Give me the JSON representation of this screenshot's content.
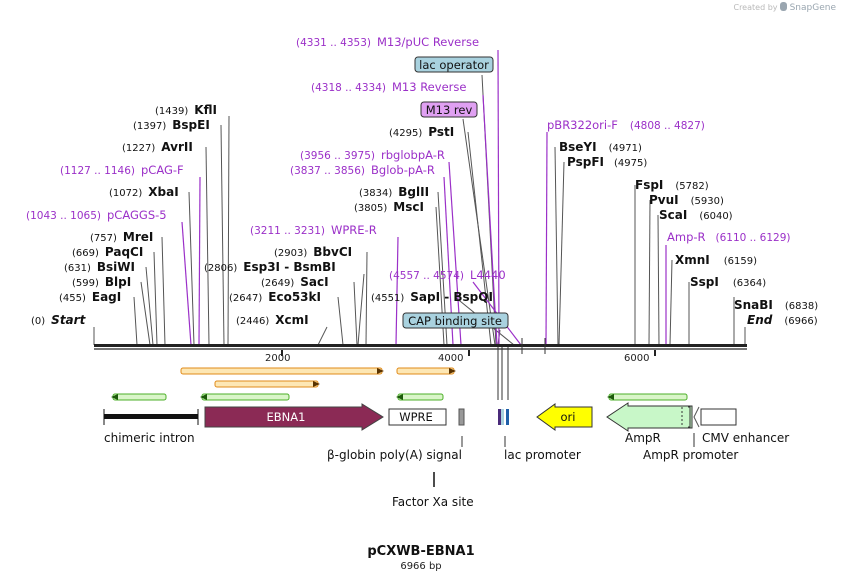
{
  "credit": {
    "prefix": "Created by",
    "brand": "SnapGene"
  },
  "map": {
    "name": "pCXWB-EBNA1",
    "length_label": "6966 bp",
    "ticks": [
      "2000",
      "4000",
      "6000"
    ],
    "colors": {
      "enzyme": "#111111",
      "primer": "#9b30c8",
      "orf_arrow": "#e08b1a",
      "primer_arrow": "#4caf29",
      "ebna1": "#8b2a55",
      "ori": "#ffff00",
      "ampr": "#c8f7c8",
      "lac_operator": "#a9d2df",
      "m13rev_box": "#e0a0f2"
    },
    "enzymes": [
      {
        "pos": "(0)",
        "name": "Start",
        "italic": true
      },
      {
        "pos": "(455)",
        "name": "EagI"
      },
      {
        "pos": "(599)",
        "name": "BlpI"
      },
      {
        "pos": "(631)",
        "name": "BsiWI"
      },
      {
        "pos": "(669)",
        "name": "PaqCI"
      },
      {
        "pos": "(757)",
        "name": "MreI"
      },
      {
        "pos": "(1072)",
        "name": "XbaI"
      },
      {
        "pos": "(1227)",
        "name": "AvrII"
      },
      {
        "pos": "(1397)",
        "name": "BspEI"
      },
      {
        "pos": "(1439)",
        "name": "KflI"
      },
      {
        "pos": "(2806)",
        "name": "Esp3I  -  BsmBI"
      },
      {
        "pos": "(2903)",
        "name": "BbvCI"
      },
      {
        "pos": "(2649)",
        "name": "SacI"
      },
      {
        "pos": "(2647)",
        "name": "Eco53kI"
      },
      {
        "pos": "(2446)",
        "name": "XcmI"
      },
      {
        "pos": "(4295)",
        "name": "PstI"
      },
      {
        "pos": "(3834)",
        "name": "BglII"
      },
      {
        "pos": "(3805)",
        "name": "MscI"
      },
      {
        "pos": "(4551)",
        "name": "SapI  -  BspQI"
      },
      {
        "pos": "(4971)",
        "name": "BseYI",
        "after": true
      },
      {
        "pos": "(4975)",
        "name": "PspFI",
        "after": true
      },
      {
        "pos": "(5782)",
        "name": "FspI",
        "after": true
      },
      {
        "pos": "(5930)",
        "name": "PvuI",
        "after": true
      },
      {
        "pos": "(6040)",
        "name": "ScaI",
        "after": true
      },
      {
        "pos": "(6159)",
        "name": "XmnI",
        "after": true
      },
      {
        "pos": "(6364)",
        "name": "SspI",
        "after": true
      },
      {
        "pos": "(6838)",
        "name": "SnaBI",
        "after": true
      },
      {
        "pos": "(6966)",
        "name": "End",
        "italic": true,
        "after": true
      }
    ],
    "primers": [
      {
        "range": "(4331 .. 4353)",
        "name": "M13/pUC Reverse"
      },
      {
        "range": "(4318 .. 4334)",
        "name": "M13 Reverse"
      },
      {
        "range": "(1127 .. 1146)",
        "name": "pCAG-F"
      },
      {
        "range": "(1043 .. 1065)",
        "name": "pCAGGS-5"
      },
      {
        "range": "(3956 .. 3975)",
        "name": "rbglobpA-R"
      },
      {
        "range": "(3837 .. 3856)",
        "name": "Bglob-pA-R"
      },
      {
        "range": "(3211 .. 3231)",
        "name": "WPRE-R"
      },
      {
        "range": "(4557 .. 4574)",
        "name": "L4440"
      },
      {
        "range": "(4808 .. 4827)",
        "name": "pBR322ori-F",
        "range_after": true
      },
      {
        "range": "(6110 .. 6129)",
        "name": "Amp-R",
        "range_after": true
      }
    ],
    "boxed_features": [
      "lac operator",
      "M13 rev",
      "CAP binding site"
    ],
    "features": [
      "chimeric intron",
      "EBNA1",
      "WPRE",
      "β-globin poly(A) signal",
      "Factor Xa site",
      "lac promoter",
      "ori",
      "AmpR",
      "AmpR promoter",
      "CMV enhancer"
    ]
  }
}
